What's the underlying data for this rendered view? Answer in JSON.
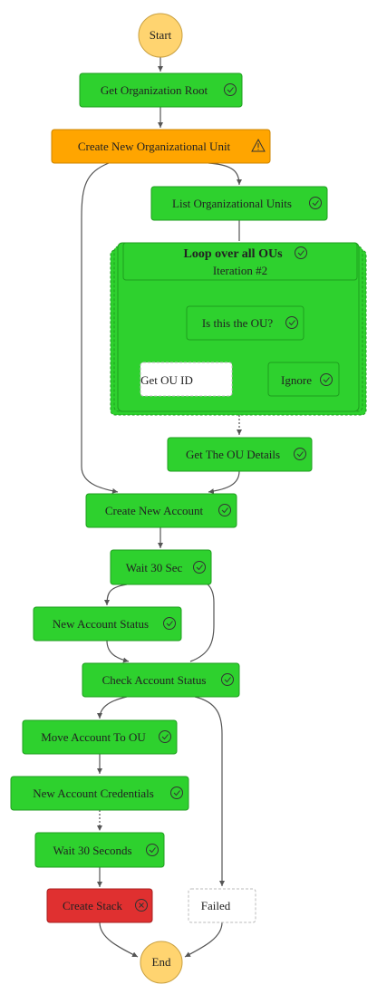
{
  "colors": {
    "succeeded": "#2ed12e",
    "succeeded_border": "#1f9e1f",
    "caught_error": "#ffa500",
    "failed": "#e03030",
    "terminal": "#ffd470",
    "not_executed": "#ffffff",
    "edge": "#555555"
  },
  "nodes": {
    "start": {
      "label": "Start",
      "status": "terminal"
    },
    "get_org_root": {
      "label": "Get Organization Root",
      "status": "succeeded",
      "icon": "check-circle-icon"
    },
    "create_ou": {
      "label": "Create New Organizational Unit",
      "status": "caught_error",
      "icon": "warning-triangle-icon"
    },
    "list_ous": {
      "label": "List Organizational Units",
      "status": "succeeded",
      "icon": "check-circle-icon"
    },
    "loop": {
      "label": "Loop over all OUs",
      "sublabel": "Iteration #2",
      "status": "succeeded",
      "icon": "check-circle-icon"
    },
    "is_this_ou": {
      "label": "Is this the OU?",
      "status": "succeeded",
      "icon": "check-circle-icon"
    },
    "get_ou_id": {
      "label": "Get OU ID",
      "status": "not_executed"
    },
    "ignore": {
      "label": "Ignore",
      "status": "succeeded",
      "icon": "check-circle-icon"
    },
    "get_ou_details": {
      "label": "Get The OU Details",
      "status": "succeeded",
      "icon": "check-circle-icon"
    },
    "create_account": {
      "label": "Create New Account",
      "status": "succeeded",
      "icon": "check-circle-icon"
    },
    "wait_30_sec": {
      "label": "Wait 30 Sec",
      "status": "succeeded",
      "icon": "check-circle-icon"
    },
    "new_account_status": {
      "label": "New Account Status",
      "status": "succeeded",
      "icon": "check-circle-icon"
    },
    "check_account_status": {
      "label": "Check Account Status",
      "status": "succeeded",
      "icon": "check-circle-icon"
    },
    "move_account": {
      "label": "Move Account To OU",
      "status": "succeeded",
      "icon": "check-circle-icon"
    },
    "new_credentials": {
      "label": "New Account Credentials",
      "status": "succeeded",
      "icon": "check-circle-icon"
    },
    "wait_30_seconds": {
      "label": "Wait 30 Seconds",
      "status": "succeeded",
      "icon": "check-circle-icon"
    },
    "create_stack": {
      "label": "Create Stack",
      "status": "failed",
      "icon": "x-circle-icon"
    },
    "failed": {
      "label": "Failed",
      "status": "not_executed"
    },
    "end": {
      "label": "End",
      "status": "terminal"
    }
  }
}
